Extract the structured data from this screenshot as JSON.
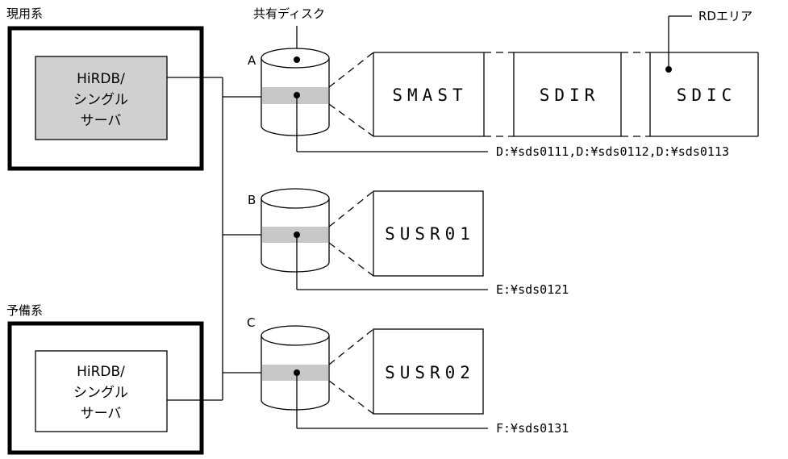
{
  "systems": {
    "active": {
      "label": "現用系",
      "server_lines": [
        "HiRDB/",
        "シングル",
        "サーバ"
      ]
    },
    "standby": {
      "label": "予備系",
      "server_lines": [
        "HiRDB/",
        "シングル",
        "サーバ"
      ]
    }
  },
  "shared_disk": {
    "label": "共有ディスク",
    "disks": [
      {
        "letter": "A",
        "rd_areas": [
          "SMAST",
          "SDIR",
          "SDIC"
        ],
        "path": "D:¥sds0111,D:¥sds0112,D:¥sds0113"
      },
      {
        "letter": "B",
        "rd_areas": [
          "SUSR01"
        ],
        "path": "E:¥sds0121"
      },
      {
        "letter": "C",
        "rd_areas": [
          "SUSR02"
        ],
        "path": "F:¥sds0131"
      }
    ]
  },
  "rd_area_label": "RDエリア",
  "colors": {
    "active_server_fill": "#d0d0d0",
    "disk_band": "#c8c8c8",
    "line": "#000000"
  }
}
